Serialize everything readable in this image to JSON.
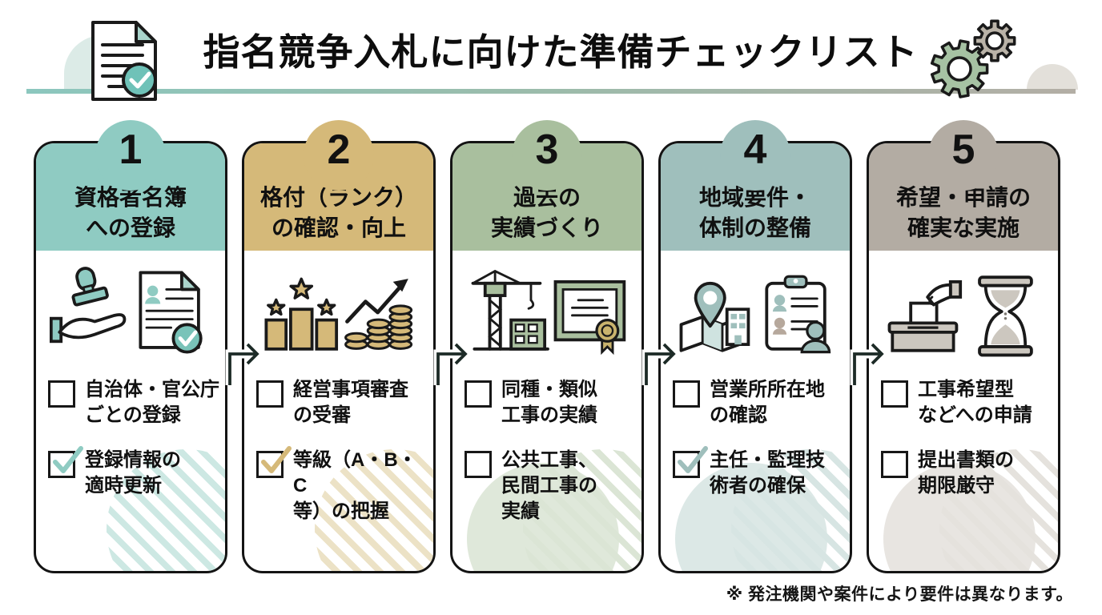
{
  "header": {
    "title": "指名競争入札に向けた準備チェックリスト",
    "left_icon": "document-checklist-icon",
    "right_icon": "gears-icon",
    "rule_colors": {
      "left": "#8cc7be",
      "right": "#b3aea5"
    }
  },
  "footnote": "※ 発注機関や案件により要件は異なります。",
  "columns": [
    {
      "number": "1",
      "title": "資格者名簿\nへの登録",
      "color": "#8FCBC2",
      "stripe_color": "#cde8e3",
      "icon": "stamp-hand-and-registered-document-icon",
      "items": [
        {
          "label": "自治体・官公庁\nごとの登録",
          "checked": false
        },
        {
          "label": "登録情報の\n適時更新",
          "checked": true
        }
      ]
    },
    {
      "number": "2",
      "title": "格付（ランク）\nの確認・向上",
      "color": "#D5B979",
      "stripe_color": "#ece2c6",
      "icon": "ranking-stars-and-rising-coins-icon",
      "items": [
        {
          "label": "経営事項審査\nの受審",
          "checked": false
        },
        {
          "label": "等級（A・B・C\n等）の把握",
          "checked": true
        }
      ]
    },
    {
      "number": "3",
      "title": "過去の\n実績づくり",
      "color": "#A9BF9E",
      "stripe_color": "#dbe5d5",
      "blob_color": "#dfe8da",
      "icon": "construction-crane-and-certificate-icon",
      "items": [
        {
          "label": "同種・類似\n工事の実績",
          "checked": false
        },
        {
          "label": "公共工事、\n民間工事の\n実績",
          "checked": false
        }
      ]
    },
    {
      "number": "4",
      "title": "地域要件・\n体制の整備",
      "color": "#9FBFBC",
      "stripe_color": "#d7e5e3",
      "blob_color": "#dce8e6",
      "icon": "map-pin-and-staff-clipboard-icon",
      "items": [
        {
          "label": "営業所所在地\nの確認",
          "checked": false
        },
        {
          "label": "主任・監理技\n術者の確保",
          "checked": true
        }
      ]
    },
    {
      "number": "5",
      "title": "希望・申請の\n確実な実施",
      "color": "#B3ACA3",
      "stripe_color": "#e5e2dd",
      "blob_color": "#e8e5e1",
      "icon": "ballot-box-and-hourglass-icon",
      "items": [
        {
          "label": "工事希望型\nなどへの申請",
          "checked": false
        },
        {
          "label": "提出書類の\n期限厳守",
          "checked": false
        }
      ]
    }
  ]
}
